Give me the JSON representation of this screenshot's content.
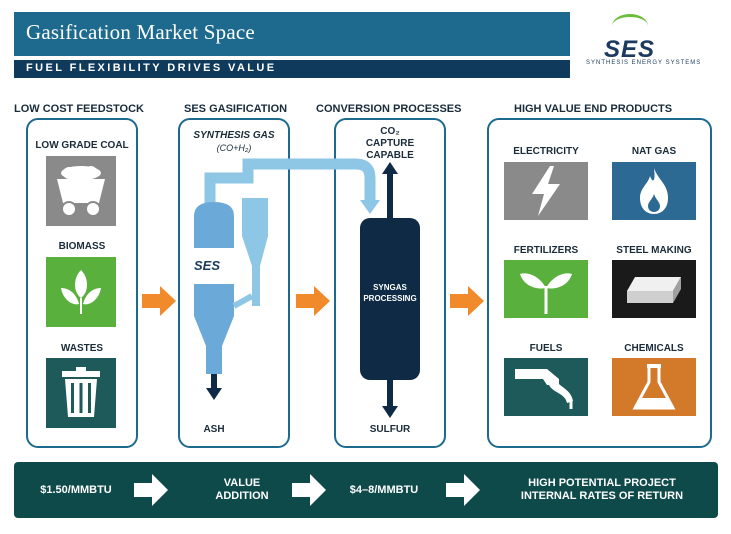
{
  "header": {
    "title": "Gasification Market Space",
    "subtitle": "FUEL FLEXIBILITY DRIVES VALUE",
    "logo_text": "SES",
    "logo_sub": "SYNTHESIS ENERGY SYSTEMS"
  },
  "sections": {
    "feedstock": "LOW COST FEEDSTOCK",
    "gasification": "SES GASIFICATION",
    "conversion": "CONVERSION PROCESSES",
    "end_products": "HIGH VALUE END PRODUCTS"
  },
  "feedstock": {
    "items": [
      {
        "label": "LOW GRADE COAL",
        "icon": "coal-cart-icon"
      },
      {
        "label": "BIOMASS",
        "icon": "leaf-icon"
      },
      {
        "label": "WASTES",
        "icon": "trash-can-icon"
      }
    ]
  },
  "gasification": {
    "syngas_label": "SYNTHESIS GAS",
    "syngas_formula": "(CO+H₂)",
    "gasifier_logo": "SES",
    "ash_label": "ASH"
  },
  "conversion": {
    "co2_label_1": "CO₂",
    "co2_label_2": "CAPTURE",
    "co2_label_3": "CAPABLE",
    "unit_label_1": "SYNGAS",
    "unit_label_2": "PROCESSING",
    "sulfur_label": "SULFUR"
  },
  "end_products": {
    "items": [
      {
        "label": "ELECTRICITY",
        "icon": "lightning-icon"
      },
      {
        "label": "NAT GAS",
        "icon": "flame-icon"
      },
      {
        "label": "FERTILIZERS",
        "icon": "sprout-icon"
      },
      {
        "label": "STEEL MAKING",
        "icon": "steel-ingot-icon"
      },
      {
        "label": "FUELS",
        "icon": "fuel-nozzle-icon"
      },
      {
        "label": "CHEMICALS",
        "icon": "flask-icon"
      }
    ]
  },
  "bottom": {
    "cost_low": "$1.50/MMBTU",
    "value_line1": "VALUE",
    "value_line2": "ADDITION",
    "cost_high": "$4–8/MMBTU",
    "irr_line1": "HIGH POTENTIAL PROJECT",
    "irr_line2": "INTERNAL RATES OF RETURN"
  },
  "colors": {
    "title_bar": "#1e6a8e",
    "subtitle_bar": "#0f3a5c",
    "panel_border": "#1e6a8e",
    "pipe": "#8ec6e6",
    "gasifier": "#6aa9d8",
    "processing_unit": "#0f2a44",
    "orange_arrow": "#f08a2a",
    "bottom_bar": "#0f4a4a",
    "gray_tile": "#8a8a8a",
    "green_tile": "#5ab03c",
    "teal_tile": "#1e5a5a",
    "blue_tile": "#2c6a94",
    "orange_tile": "#d2792a"
  }
}
